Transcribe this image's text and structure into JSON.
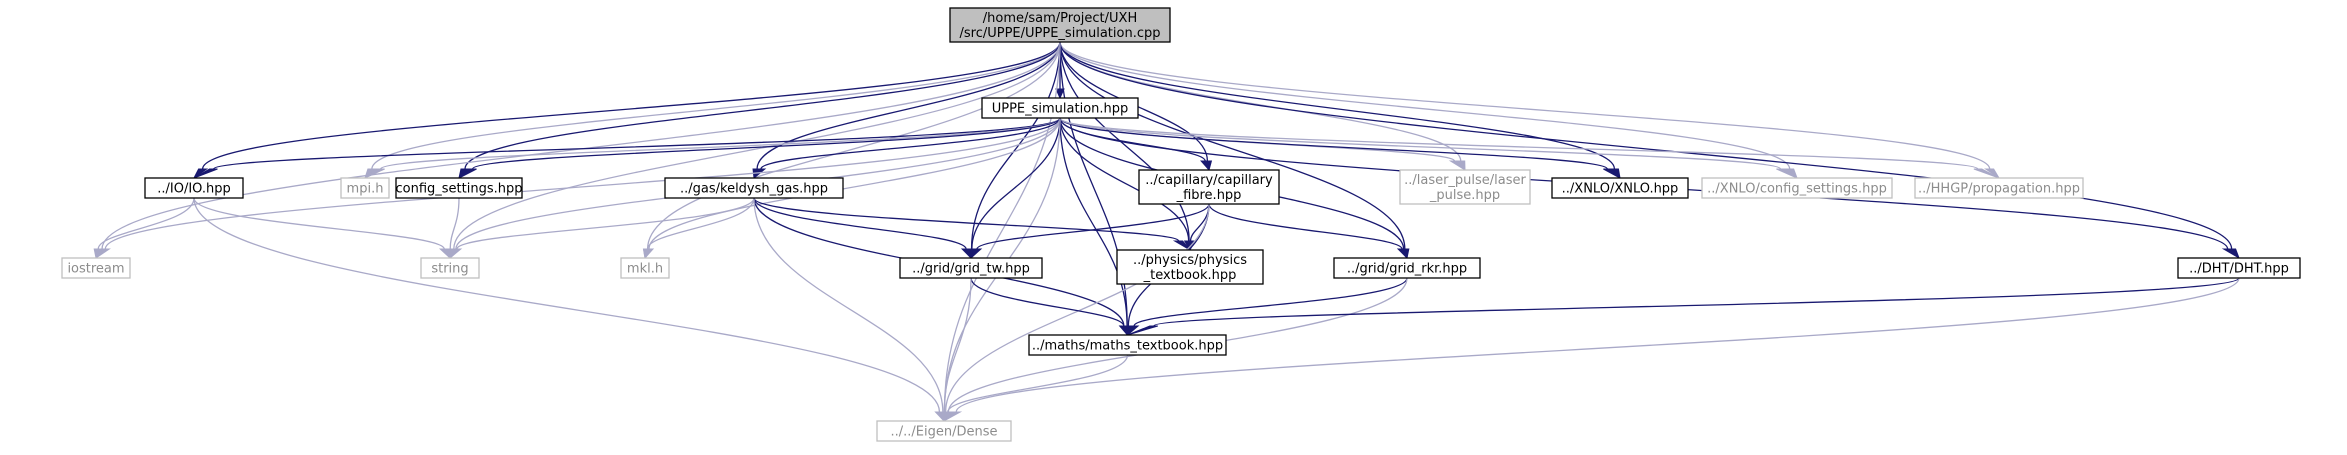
{
  "nodes": [
    {
      "id": "root",
      "kind": "root",
      "lines": [
        "/home/sam/Project/UXH",
        "/src/UPPE/UPPE_simulation.cpp"
      ]
    },
    {
      "id": "uppe_hpp",
      "kind": "doc",
      "lines": [
        "UPPE_simulation.hpp"
      ]
    },
    {
      "id": "io",
      "kind": "doc",
      "lines": [
        "../IO/IO.hpp"
      ]
    },
    {
      "id": "mpi",
      "kind": "ext",
      "lines": [
        "mpi.h"
      ]
    },
    {
      "id": "config",
      "kind": "doc",
      "lines": [
        "config_settings.hpp"
      ]
    },
    {
      "id": "keldysh",
      "kind": "doc",
      "lines": [
        "../gas/keldysh_gas.hpp"
      ]
    },
    {
      "id": "capillary",
      "kind": "doc",
      "lines": [
        "../capillary/capillary",
        "_fibre.hpp"
      ]
    },
    {
      "id": "laser",
      "kind": "ext",
      "lines": [
        "../laser_pulse/laser",
        "_pulse.hpp"
      ]
    },
    {
      "id": "xnlo",
      "kind": "doc",
      "lines": [
        "../XNLO/XNLO.hpp"
      ]
    },
    {
      "id": "xnlo_cfg",
      "kind": "ext",
      "lines": [
        "../XNLO/config_settings.hpp"
      ]
    },
    {
      "id": "hhgp",
      "kind": "ext",
      "lines": [
        "../HHGP/propagation.hpp"
      ]
    },
    {
      "id": "iostream",
      "kind": "ext",
      "lines": [
        "iostream"
      ]
    },
    {
      "id": "string",
      "kind": "ext",
      "lines": [
        "string"
      ]
    },
    {
      "id": "mkl",
      "kind": "ext",
      "lines": [
        "mkl.h"
      ]
    },
    {
      "id": "grid_tw",
      "kind": "doc",
      "lines": [
        "../grid/grid_tw.hpp"
      ]
    },
    {
      "id": "physics",
      "kind": "doc",
      "lines": [
        "../physics/physics",
        "_textbook.hpp"
      ]
    },
    {
      "id": "grid_rkr",
      "kind": "doc",
      "lines": [
        "../grid/grid_rkr.hpp"
      ]
    },
    {
      "id": "dht",
      "kind": "doc",
      "lines": [
        "../DHT/DHT.hpp"
      ]
    },
    {
      "id": "maths",
      "kind": "doc",
      "lines": [
        "../maths/maths_textbook.hpp"
      ]
    },
    {
      "id": "eigen",
      "kind": "ext",
      "lines": [
        "../../Eigen/Dense"
      ]
    }
  ],
  "edges": [
    [
      "root",
      "uppe_hpp"
    ],
    [
      "root",
      "io"
    ],
    [
      "root",
      "mpi"
    ],
    [
      "root",
      "config"
    ],
    [
      "root",
      "keldysh"
    ],
    [
      "root",
      "capillary"
    ],
    [
      "root",
      "laser"
    ],
    [
      "root",
      "xnlo"
    ],
    [
      "root",
      "xnlo_cfg"
    ],
    [
      "root",
      "hhgp"
    ],
    [
      "root",
      "iostream"
    ],
    [
      "root",
      "string"
    ],
    [
      "root",
      "mkl"
    ],
    [
      "root",
      "grid_tw"
    ],
    [
      "root",
      "physics"
    ],
    [
      "root",
      "grid_rkr"
    ],
    [
      "root",
      "dht"
    ],
    [
      "root",
      "maths"
    ],
    [
      "root",
      "eigen"
    ],
    [
      "uppe_hpp",
      "io"
    ],
    [
      "uppe_hpp",
      "mpi"
    ],
    [
      "uppe_hpp",
      "config"
    ],
    [
      "uppe_hpp",
      "keldysh"
    ],
    [
      "uppe_hpp",
      "capillary"
    ],
    [
      "uppe_hpp",
      "laser"
    ],
    [
      "uppe_hpp",
      "xnlo"
    ],
    [
      "uppe_hpp",
      "xnlo_cfg"
    ],
    [
      "uppe_hpp",
      "hhgp"
    ],
    [
      "uppe_hpp",
      "iostream"
    ],
    [
      "uppe_hpp",
      "string"
    ],
    [
      "uppe_hpp",
      "mkl"
    ],
    [
      "uppe_hpp",
      "grid_tw"
    ],
    [
      "uppe_hpp",
      "physics"
    ],
    [
      "uppe_hpp",
      "grid_rkr"
    ],
    [
      "uppe_hpp",
      "dht"
    ],
    [
      "uppe_hpp",
      "maths"
    ],
    [
      "uppe_hpp",
      "eigen"
    ],
    [
      "io",
      "iostream"
    ],
    [
      "io",
      "string"
    ],
    [
      "io",
      "eigen"
    ],
    [
      "config",
      "string"
    ],
    [
      "keldysh",
      "string"
    ],
    [
      "keldysh",
      "mkl"
    ],
    [
      "keldysh",
      "grid_tw"
    ],
    [
      "keldysh",
      "physics"
    ],
    [
      "keldysh",
      "maths"
    ],
    [
      "keldysh",
      "eigen"
    ],
    [
      "capillary",
      "grid_tw"
    ],
    [
      "capillary",
      "physics"
    ],
    [
      "capillary",
      "grid_rkr"
    ],
    [
      "capillary",
      "maths"
    ],
    [
      "capillary",
      "eigen"
    ],
    [
      "grid_tw",
      "maths"
    ],
    [
      "grid_tw",
      "eigen"
    ],
    [
      "grid_rkr",
      "maths"
    ],
    [
      "grid_rkr",
      "eigen"
    ],
    [
      "dht",
      "maths"
    ],
    [
      "dht",
      "eigen"
    ],
    [
      "maths",
      "eigen"
    ]
  ]
}
